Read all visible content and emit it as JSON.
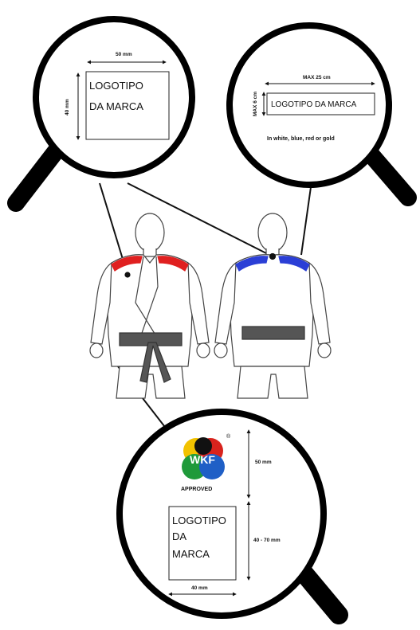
{
  "top_left": {
    "width_label": "50 mm",
    "height_label": "40 mm",
    "logo_line1": "LOGOTIPO",
    "logo_line2": "DA MARCA"
  },
  "top_right": {
    "width_label": "MAX 25 cm",
    "height_label": "MAX 6 cm",
    "logo_text": "LOGOTIPO  DA MARCA",
    "colors_note": "In white, blue, red or gold"
  },
  "bottom": {
    "wkf_text": "WKF",
    "approved_text": "APPROVED",
    "registered_mark": "®",
    "label_height_top": "50 mm",
    "label_height_bottom": "40 - 70 mm",
    "logo_line1": "LOGOTIPO",
    "logo_line2": "DA",
    "logo_line3": "MARCA",
    "width_label": "40 mm"
  },
  "colors": {
    "front_shoulder": "#e02020",
    "back_shoulder": "#2b3fd6",
    "belt": "#555555",
    "wkf_yellow": "#f2c200",
    "wkf_red": "#d8231d",
    "wkf_green": "#1f9a3a",
    "wkf_blue": "#1f5fc6",
    "wkf_black": "#111111"
  }
}
